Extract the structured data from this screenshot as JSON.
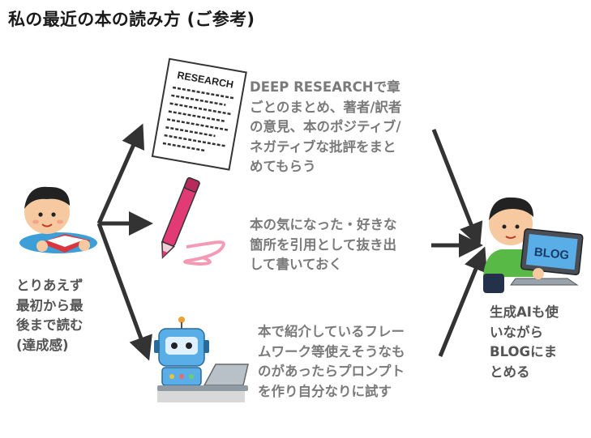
{
  "title": "私の最近の本の読み方 (ご参考)",
  "start": {
    "lines": [
      "とりあえず",
      "最初から最",
      "後まで読む",
      "(達成感)"
    ]
  },
  "steps": [
    {
      "icon": "research-paper-icon",
      "paper_label": "RESEARCH",
      "lines": [
        "DEEP RESEARCHで章",
        "ごとのまとめ、著者/訳者",
        "の意見、本のポジティブ/",
        "ネガティブな批評をまと",
        "めてもらう"
      ]
    },
    {
      "icon": "marker-pen-icon",
      "lines": [
        "本の気になった・好きな",
        "箇所を引用として抜き出",
        "して書いておく"
      ]
    },
    {
      "icon": "robot-laptop-icon",
      "lines": [
        "本で紹介しているフレー",
        "ムワーク等使えそうなも",
        "のがあったらプロンプト",
        "を作り自分なりに試す"
      ]
    }
  ],
  "end": {
    "laptop_label": "BLOG",
    "lines": [
      "生成AIも使",
      "いながら",
      "BLOGにま",
      "とめる"
    ]
  },
  "colors": {
    "arrow": "#333333",
    "pen": "#e23a74",
    "robot": "#5aaee8",
    "shirt": "#58b947"
  }
}
